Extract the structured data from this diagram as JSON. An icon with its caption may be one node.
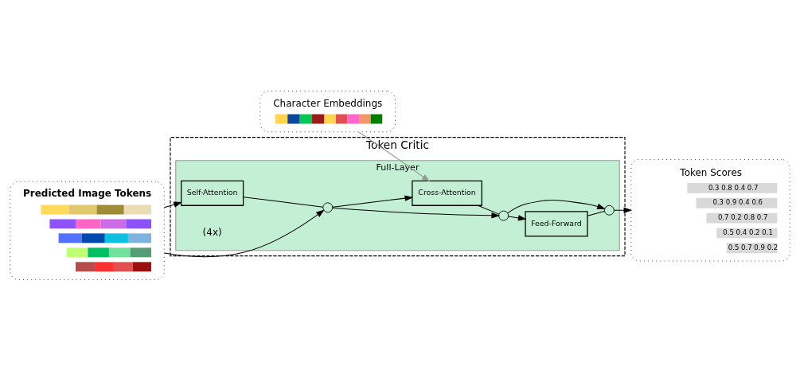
{
  "diagram": {
    "nodes": [
      {
        "text": [
          "Character Embeddings"
        ]
      },
      {
        "text": [
          "Token Critic"
        ]
      },
      {
        "text": [
          "Full-Layer"
        ],
        "in": 1,
        "beside": [
          "(4x)"
        ]
      },
      {
        "text": [
          "Self-Attention"
        ],
        "in": 2
      },
      {
        "text": [],
        "shape": "circle",
        "in": 2
      },
      {
        "text": [
          "Cross-Attention"
        ],
        "in": 2
      },
      {
        "text": [],
        "shape": "circle",
        "in": 2
      },
      {
        "text": [
          "Feed-Forward"
        ],
        "in": 2
      },
      {
        "text": [],
        "shape": "circle",
        "in": 2
      },
      {
        "text": [
          "Predicted Image Tokens"
        ]
      },
      {
        "text": [
          "Token Scores",
          "0.3 0.8 0.4 0.7",
          "0.3 0.9 0.4 0.6",
          "0.7 0.2 0.8 0.7",
          "0.5 0.4 0.2 0.1",
          "0.5 0.7 0.9 0.2"
        ]
      }
    ],
    "edges": [
      {
        "from": 9,
        "to": 3,
        "arrow": "to"
      },
      {
        "from": 9,
        "to": 4,
        "arrow": "to"
      },
      {
        "from": 3,
        "to": 4,
        "arrow": "none"
      },
      {
        "from": 4,
        "to": 5,
        "arrow": "to"
      },
      {
        "from": 4,
        "to": 6,
        "arrow": "to"
      },
      {
        "from": 5,
        "to": 6,
        "arrow": "none"
      },
      {
        "from": 6,
        "to": 7,
        "arrow": "to"
      },
      {
        "from": 6,
        "to": 8,
        "arrow": "to"
      },
      {
        "from": 7,
        "to": 8,
        "arrow": "none"
      },
      {
        "from": 8,
        "to": 10,
        "arrow": "to"
      },
      {
        "from": 0,
        "to": 5,
        "arrow": "to",
        "color": "#999999"
      }
    ]
  }
}
